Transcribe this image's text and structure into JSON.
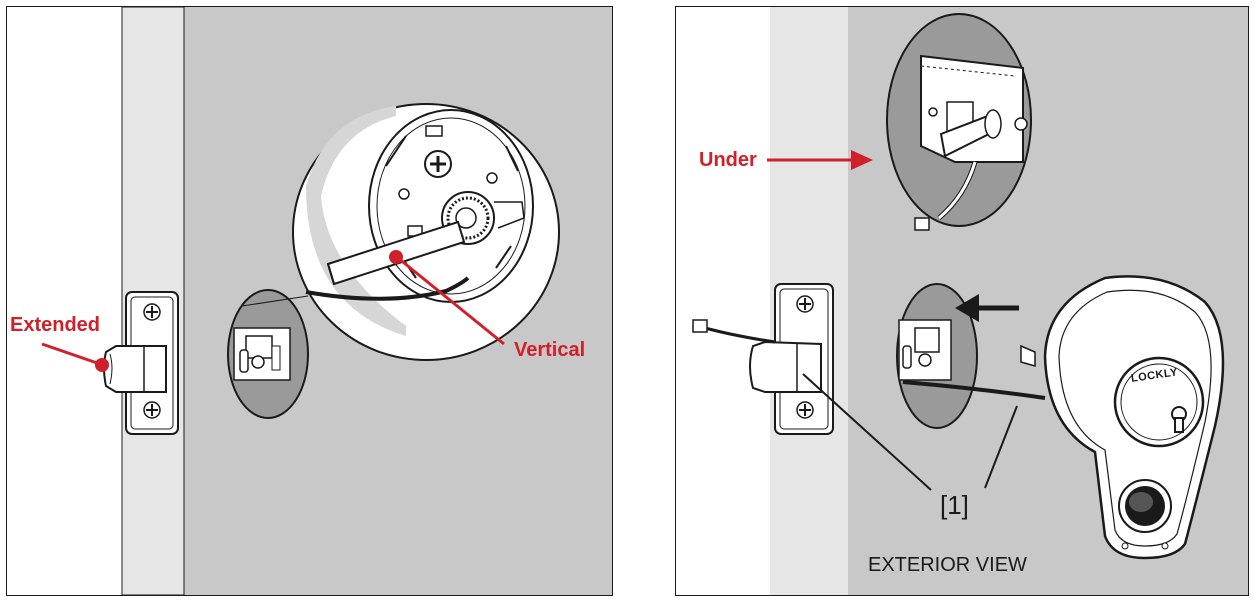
{
  "colors": {
    "door": "#c8c8c8",
    "door_edge": "#e6e6e6",
    "inset_bg": "#ffffff",
    "hole": "#9a9a9a",
    "callout_red": "#d0202a",
    "stroke": "#1a1a1a"
  },
  "left_panel": {
    "label_extended": "Extended",
    "label_vertical": "Vertical"
  },
  "right_panel": {
    "label_under": "Under",
    "ref_number": "[1]",
    "view_caption": "EXTERIOR VIEW",
    "logo": "LOCKLY"
  },
  "icons": {
    "arrow": "left-arrow-icon",
    "screw": "phillips-screw-icon",
    "keyhole": "keyhole-icon",
    "fingerprint": "fingerprint-sensor-icon"
  }
}
